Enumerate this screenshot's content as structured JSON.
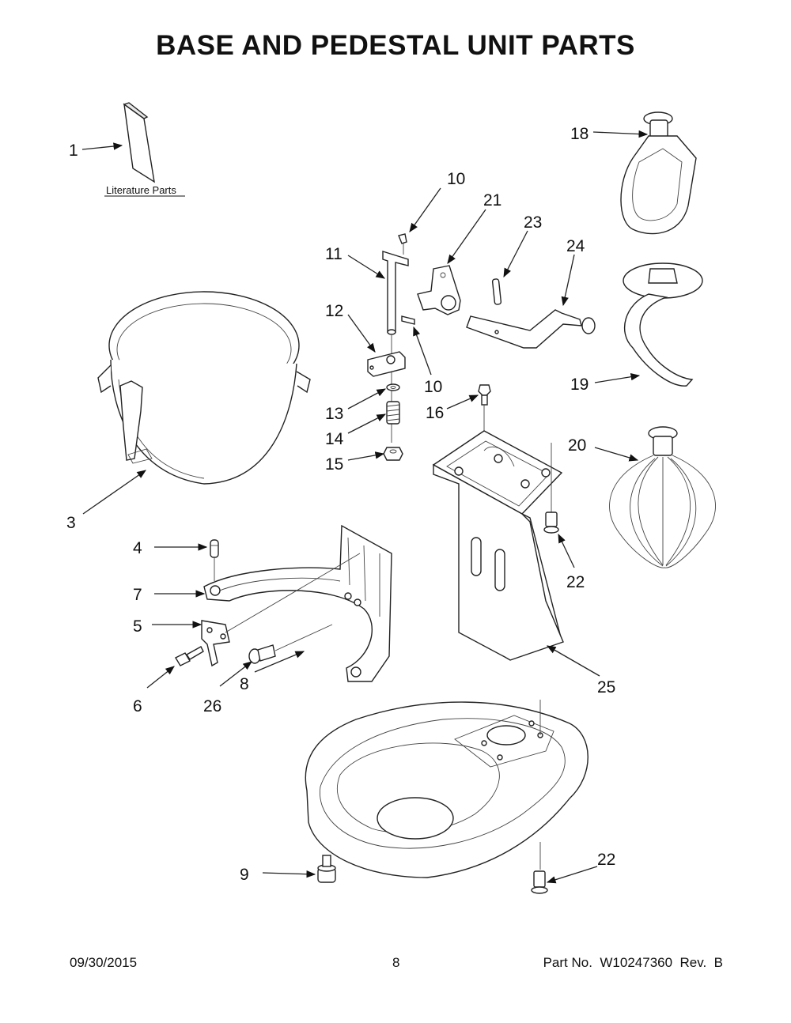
{
  "title": "BASE AND PEDESTAL UNIT PARTS",
  "literature_label": "Literature Parts",
  "callouts": [
    "1",
    "3",
    "4",
    "7",
    "5",
    "6",
    "26",
    "10",
    "21",
    "23",
    "24",
    "11",
    "12",
    "10",
    "13",
    "16",
    "14",
    "15",
    "18",
    "19",
    "20",
    "22",
    "25",
    "8",
    "9",
    "22"
  ],
  "footer": {
    "date": "09/30/2015",
    "page": "8",
    "part_no": "Part No.  W10247360  Rev.  B"
  }
}
